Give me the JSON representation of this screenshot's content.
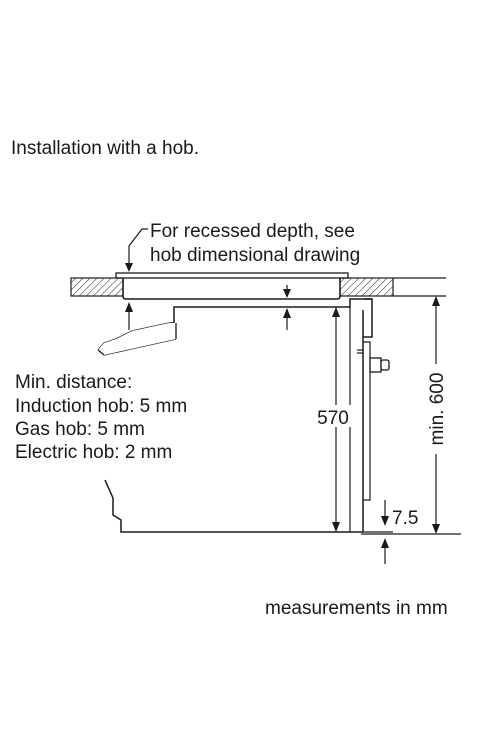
{
  "title": "Installation with a hob.",
  "recess_note": {
    "line1": "For recessed depth, see",
    "line2": "hob dimensional drawing"
  },
  "min_distance": {
    "heading": "Min. distance:",
    "lines": [
      "Induction hob: 5 mm",
      "Gas hob: 5 mm",
      "Electric hob: 2 mm"
    ]
  },
  "dimensions": {
    "height_label": "570",
    "min_height_label": "min. 600",
    "gap_label": "7.5"
  },
  "footer": "measurements in mm",
  "colors": {
    "line": "#1a1a1a",
    "background": "#ffffff"
  }
}
